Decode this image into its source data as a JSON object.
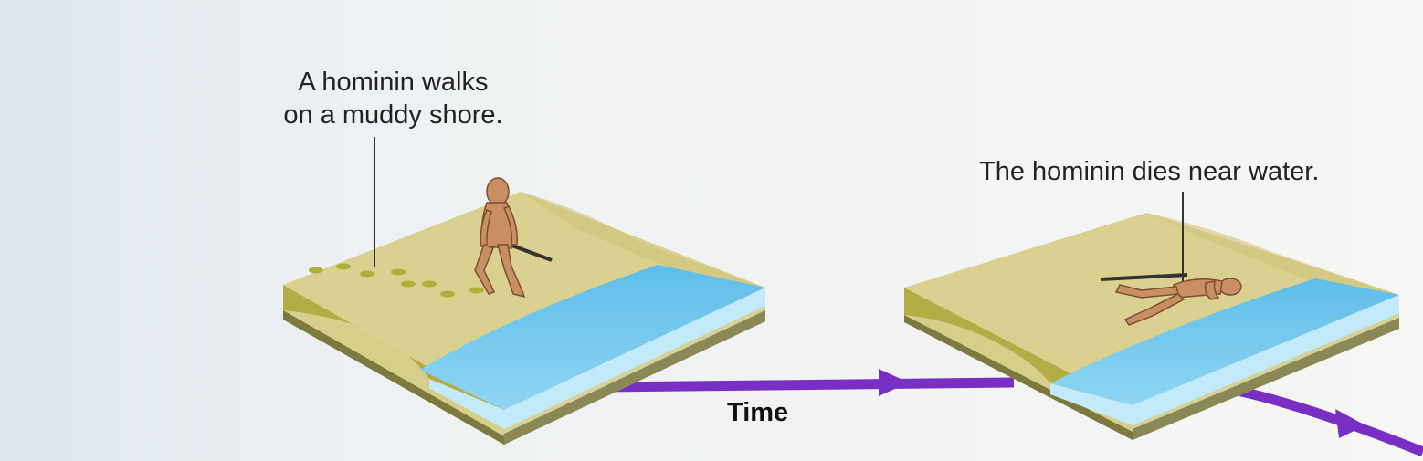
{
  "labels": {
    "scene1_line1": "A hominin walks",
    "scene1_line2": "on a muddy shore.",
    "scene2": "The hominin dies near water.",
    "time": "Time"
  },
  "colors": {
    "sand_top": "#d9cf8f",
    "hill_side": "#b5ad45",
    "layer_light": "#d7d29a",
    "layer_dark": "#7c7a3f",
    "water_top": "#6cc6ee",
    "water_side": "#bfe9f7",
    "time_arrow": "#7a2fc4",
    "hominin": "#c98f63"
  }
}
